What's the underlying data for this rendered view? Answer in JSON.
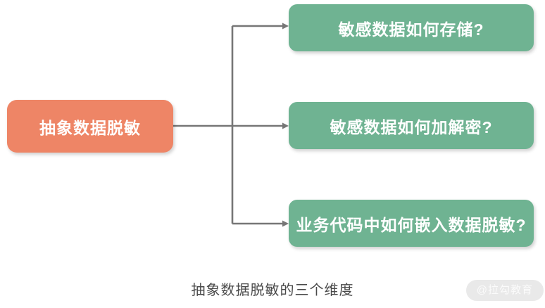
{
  "diagram": {
    "root": {
      "label": "抽象数据脱敏"
    },
    "branches": [
      {
        "label": "敏感数据如何存储?"
      },
      {
        "label": "敏感数据如何加解密?"
      },
      {
        "label": "业务代码中如何嵌入数据脱敏?"
      }
    ],
    "caption": "抽象数据脱敏的三个维度",
    "watermark": "@拉勾教育",
    "colors": {
      "root_bg": "#EE8566",
      "branch_bg": "#6FB392",
      "node_text": "#FFFFFF",
      "connector": "#767676",
      "caption_text": "#4A4A4A",
      "watermark_bg": "#E9E9E9",
      "watermark_text": "#FBFBFB"
    }
  }
}
